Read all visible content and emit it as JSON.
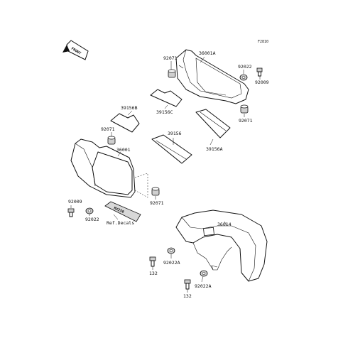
{
  "figure_code": "F2810",
  "labels": {
    "p36001A": "36001A",
    "p92071_a": "92071",
    "p92022_a": "92022",
    "p92009_a": "92009",
    "p92071_b": "92071",
    "p39156B": "39156B",
    "p39156C": "39156C",
    "p39156": "39156",
    "p39156A": "39156A",
    "p92071_c": "92071",
    "p36001": "36001",
    "p92071_d": "92071",
    "p92009_b": "92009",
    "p92022_b": "92022",
    "ref_decals": "Ref.Decals",
    "p36014": "36014",
    "p132_a": "132",
    "p92022A_a": "92022A",
    "p132_b": "132",
    "p92022A_b": "92022A"
  },
  "decal_text": "KX250",
  "front_arrow": "FRONT"
}
